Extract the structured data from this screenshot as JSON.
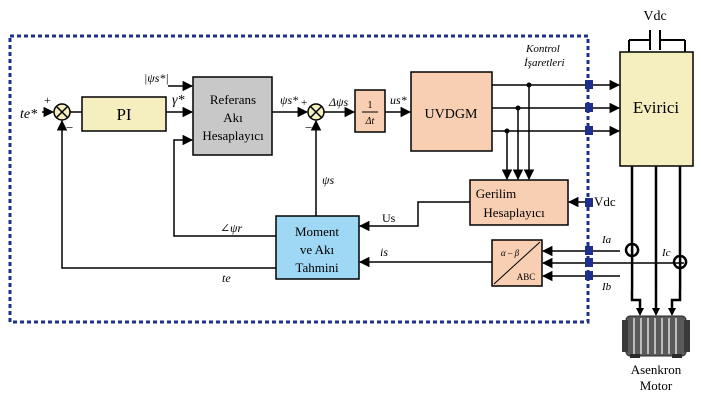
{
  "blocks": {
    "pi": "PI",
    "ref_flux": [
      "Referans",
      "Akı",
      "Hesaplayıcı"
    ],
    "delta_t": "Δt",
    "delta_t_num": "1",
    "uvdgm": "UVDGM",
    "evirici": "Evirici",
    "gerilim": [
      "Gerilim",
      "Hesaplayıcı"
    ],
    "moment": [
      "Moment",
      "ve  Akı",
      "Tahmini"
    ],
    "abc_top": "α – β",
    "abc_bottom": "ABC",
    "motor": [
      "Asenkron",
      "Motor"
    ]
  },
  "labels": {
    "vdc_top": "Vdc",
    "vdc_mid": "Vdc",
    "kontrol": [
      "Kontrol",
      "İşaretleri"
    ],
    "te_ref": "te*",
    "gamma": "γ*",
    "psi_ref_mag": "|ψs*|",
    "psi_s_star": "ψs*",
    "delta_psi": "Δψs",
    "u_s_star": "us*",
    "psi_s": "ψs",
    "angle_psi": "∠ψr",
    "us": "Us",
    "i_s": "is",
    "t_e": "te",
    "ia": "Ia",
    "ib": "Ib",
    "ic": "Ic",
    "plus": "+",
    "minus": "−"
  },
  "colors": {
    "pi_fill": "#f5efc0",
    "ref_fill": "#c8c8c8",
    "delta_fill": "#f8cfb3",
    "uvdgm_fill": "#f8cfb3",
    "evirici_fill": "#f5efc0",
    "gerilim_fill": "#f8cfb3",
    "moment_fill": "#9fd8f4",
    "abc_fill": "#f8cfb3",
    "summer_fill": "#f5efc0",
    "dashed_border": "#1f2f8c",
    "port_blue": "#1f2f8c"
  }
}
